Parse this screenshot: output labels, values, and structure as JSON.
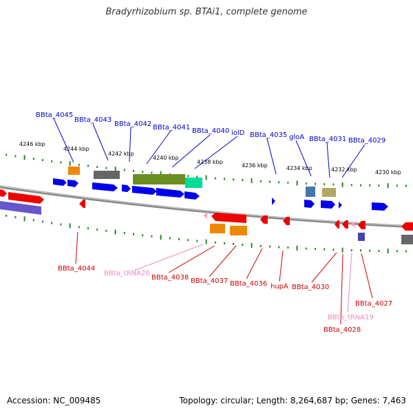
{
  "title": "Bradyrhizobium sp. BTAi1, complete genome",
  "footer": {
    "accession": "Accession: NC_009485",
    "topology": "Topology: circular; Length: 8,264,687 bp; Genes: 7,463"
  },
  "colors": {
    "top_label": "#0000cc",
    "bottom_label": "#cc0000",
    "trna_label": "#ee88bb",
    "tick": "#228822",
    "backbone": "#888888",
    "gene_blue": "#0000ee",
    "gene_red": "#ee0000",
    "gene_orange": "#ee8800",
    "gene_gray": "#666666",
    "gene_olive": "#6b8e23",
    "gene_teal": "#00dd99",
    "gene_purple": "#6655cc",
    "gene_steel": "#4477aa",
    "gene_khaki": "#b0a860",
    "gene_pink": "#ff99cc"
  },
  "kbp_labels": [
    "4246 kbp",
    "4244 kbp",
    "4242 kbp",
    "4240 kbp",
    "4238 kbp",
    "4236 kbp",
    "4234 kbp",
    "4232 kbp",
    "4230 kbp"
  ],
  "top_genes": [
    "BBta_4045",
    "BBta_4043",
    "BBta_4042",
    "BBta_4041",
    "BBta_4040",
    "iolD",
    "BBta_4035",
    "gloA",
    "BBta_4031",
    "BBta_4029"
  ],
  "bottom_genes": [
    "BBta_4044",
    "BBta_tRNA20",
    "BBta_4038",
    "BBta_4037",
    "BBta_4036",
    "hupA",
    "BBta_4030",
    "BBta_4027",
    "BBta_tRNA19",
    "BBta_4028"
  ]
}
